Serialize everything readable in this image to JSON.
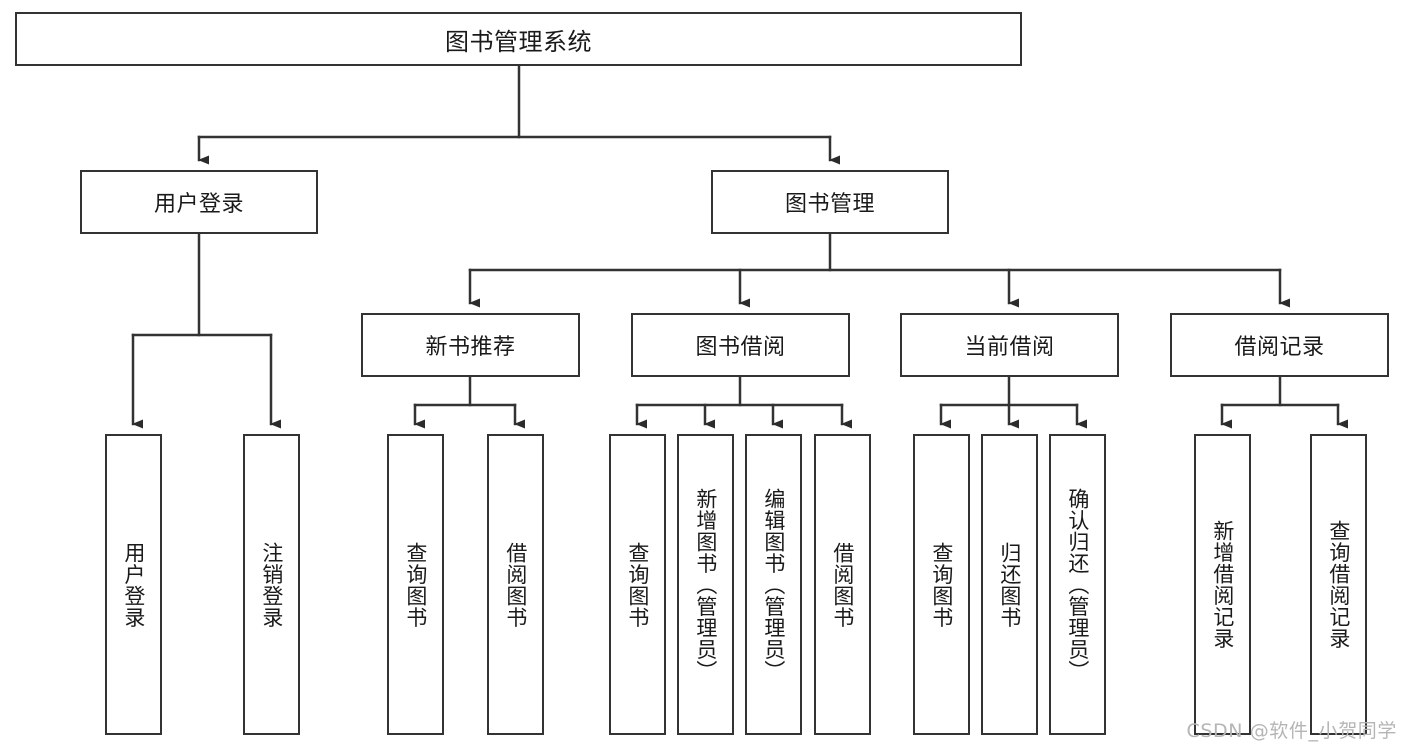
{
  "diagram": {
    "title": "图书管理系统",
    "type": "tree-hierarchy-chart",
    "root": {
      "id": "root",
      "label": "图书管理系统"
    },
    "level1": [
      {
        "id": "user-login",
        "label": "用户登录"
      },
      {
        "id": "book-manage",
        "label": "图书管理"
      }
    ],
    "level2": [
      {
        "id": "new-book-recommend",
        "label": "新书推荐",
        "parent": "book-manage"
      },
      {
        "id": "book-borrow",
        "label": "图书借阅",
        "parent": "book-manage"
      },
      {
        "id": "current-borrow",
        "label": "当前借阅",
        "parent": "book-manage"
      },
      {
        "id": "borrow-record",
        "label": "借阅记录",
        "parent": "book-manage"
      }
    ],
    "leaves": [
      {
        "id": "leaf-user-login",
        "label": "用户登录",
        "parent": "user-login"
      },
      {
        "id": "leaf-user-logout",
        "label": "注销登录",
        "parent": "user-login"
      },
      {
        "id": "leaf-query-book-1",
        "label": "查询图书",
        "parent": "new-book-recommend"
      },
      {
        "id": "leaf-borrow-book-1",
        "label": "借阅图书",
        "parent": "new-book-recommend"
      },
      {
        "id": "leaf-query-book-2",
        "label": "查询图书",
        "parent": "book-borrow"
      },
      {
        "id": "leaf-add-book",
        "label": "新增图书（管理员）",
        "parent": "book-borrow"
      },
      {
        "id": "leaf-edit-book",
        "label": "编辑图书（管理员）",
        "parent": "book-borrow"
      },
      {
        "id": "leaf-borrow-book-2",
        "label": "借阅图书",
        "parent": "book-borrow"
      },
      {
        "id": "leaf-query-book-3",
        "label": "查询图书",
        "parent": "current-borrow"
      },
      {
        "id": "leaf-return-book",
        "label": "归还图书",
        "parent": "current-borrow"
      },
      {
        "id": "leaf-confirm-return",
        "label": "确认归还（管理员）",
        "parent": "current-borrow"
      },
      {
        "id": "leaf-add-record",
        "label": "新增借阅记录",
        "parent": "borrow-record"
      },
      {
        "id": "leaf-query-record",
        "label": "查询借阅记录",
        "parent": "borrow-record"
      }
    ]
  },
  "watermark": {
    "text": "CSDN @软件_小贺同学"
  },
  "colors": {
    "stroke": "#333333",
    "fill": "#ffffff",
    "text": "#1a1a1a",
    "watermark": "#b5b5b5"
  }
}
